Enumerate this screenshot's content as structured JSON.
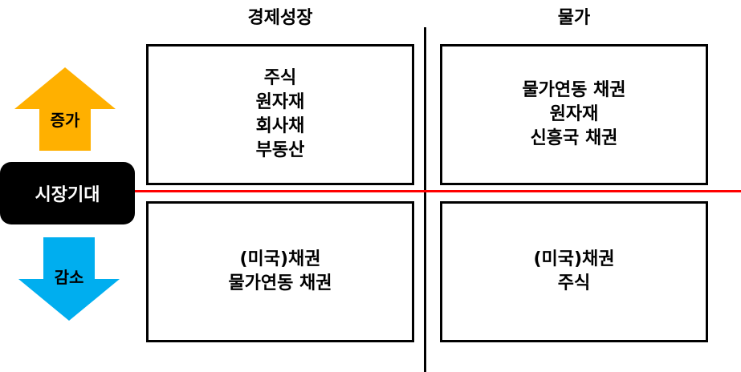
{
  "columns": {
    "growth": "경제성장",
    "inflation": "물가"
  },
  "boxes": {
    "top_left": [
      "주식",
      "원자재",
      "회사채",
      "부동산"
    ],
    "top_right": [
      "물가연동 채권",
      "원자재",
      "신흥국 채권"
    ],
    "bottom_left": [
      "(미국)채권",
      "물가연동 채권"
    ],
    "bottom_right": [
      "(미국)채권",
      "주식"
    ]
  },
  "sidebar": {
    "increase": "증가",
    "market_expectation": "시장기대",
    "decrease": "감소"
  },
  "colors": {
    "up_arrow": "#FFB000",
    "down_arrow": "#00AEEF",
    "divider_horizontal": "#FF0000",
    "divider_vertical": "#000000"
  }
}
